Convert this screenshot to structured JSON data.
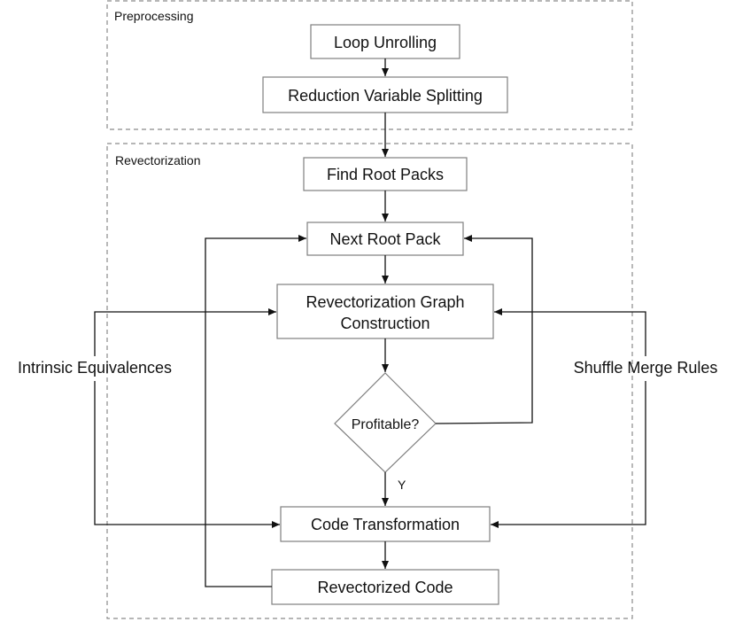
{
  "groups": {
    "preprocessing": "Preprocessing",
    "revectorization": "Revectorization"
  },
  "nodes": {
    "loop_unrolling": "Loop Unrolling",
    "reduction_splitting": "Reduction Variable Splitting",
    "find_root_packs": "Find Root Packs",
    "next_root_pack": "Next Root Pack",
    "graph_construction_line1": "Revectorization Graph",
    "graph_construction_line2": "Construction",
    "profitable": "Profitable?",
    "code_transformation": "Code Transformation",
    "revectorized_code": "Revectorized Code"
  },
  "inputs": {
    "intrinsic_equivalences": "Intrinsic Equivalences",
    "shuffle_merge_rules": "Shuffle Merge Rules"
  },
  "edge_labels": {
    "yes": "Y"
  }
}
